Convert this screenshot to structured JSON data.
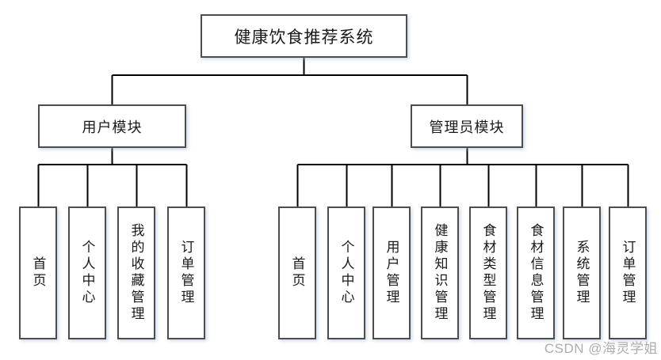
{
  "title": "健康饮食推荐系统",
  "modules": {
    "left": {
      "label": "用户模块",
      "children": [
        "首页",
        "个人中心",
        "我的收藏管理",
        "订单管理"
      ]
    },
    "right": {
      "label": "管理员模块",
      "children": [
        "首页",
        "个人中心",
        "用户管理",
        "健康知识管理",
        "食材类型管理",
        "食材信息管理",
        "系统管理",
        "订单管理"
      ]
    }
  },
  "watermark": "CSDN @海灵学姐",
  "colors": {
    "line": "#000000",
    "box_border": "#4d4d4d",
    "box_fill": "#ffffff",
    "text": "#1a1a1a",
    "watermark": "#adadad"
  }
}
